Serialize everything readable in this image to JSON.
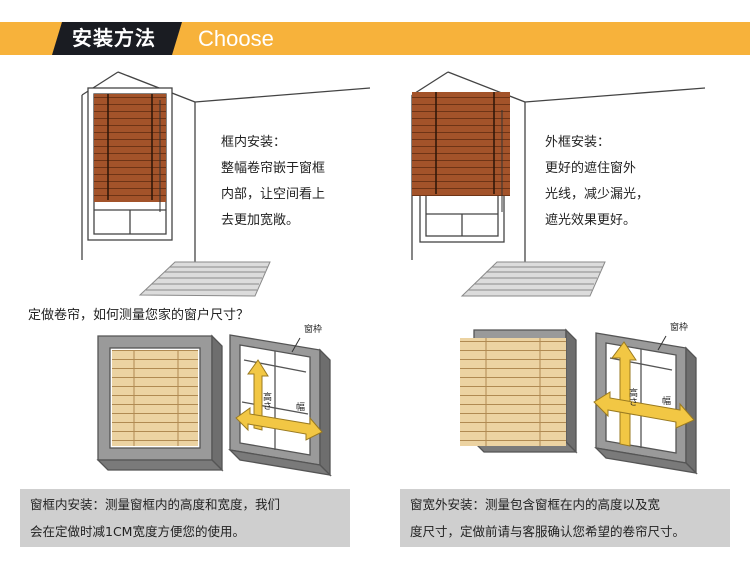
{
  "header": {
    "title": "安装方法",
    "subtitle": "Choose"
  },
  "inside_mount": {
    "lines": [
      "框内安装：",
      "整幅卷帘嵌于窗框",
      "内部，让空间看上",
      "去更加宽敞。"
    ]
  },
  "outside_mount": {
    "lines": [
      "外框安装：",
      "更好的遮住窗外",
      "光线，减少漏光，",
      "遮光效果更好。"
    ]
  },
  "measure_question": "定做卷帘，如何测量您家的窗户尺寸？",
  "diagram_labels": {
    "frame": "窗枠",
    "height": "高さ",
    "width": "幅"
  },
  "notes": {
    "inside": [
      "窗框内安装：测量窗框内的高度和宽度，我们",
      "会在定做时减1CM宽度方便您的使用。"
    ],
    "outside": [
      "窗宽外安装：测量包含窗框在内的高度以及宽",
      "度尺寸，定做前请与客服确认您希望的卷帘尺寸。"
    ]
  },
  "colors": {
    "accent": "#f7b23b",
    "tab": "#1a1c22",
    "blind_wood": "#a3532a",
    "blind_light": "#e8c98f",
    "arrow": "#f2c744"
  }
}
